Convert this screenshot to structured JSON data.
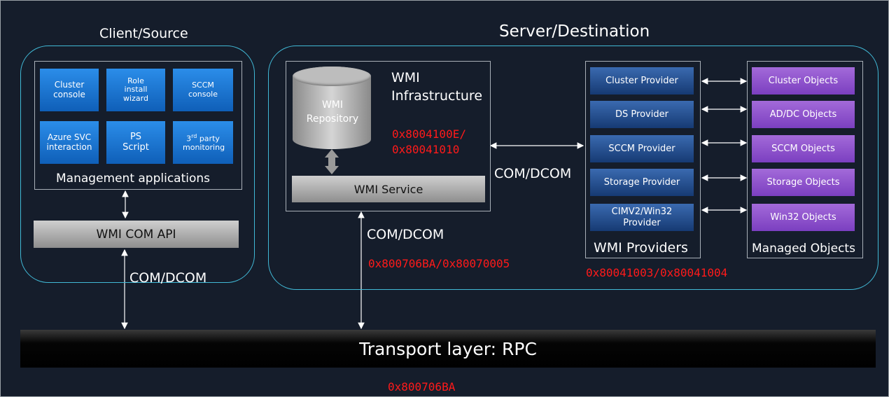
{
  "client": {
    "title": "Client/Source",
    "apps": [
      {
        "label": "Cluster console"
      },
      {
        "label": "Role install wizard"
      },
      {
        "label": "SCCM console"
      },
      {
        "label": "Azure SVC interaction"
      },
      {
        "label": "PS Script"
      },
      {
        "label_sup": "rd",
        "label_pre": "3",
        "label_post": " party monitoring"
      }
    ],
    "apps_caption": "Management applications",
    "com_api": "WMI COM API",
    "com_label": "COM/DCOM"
  },
  "server": {
    "title": "Server/Destination",
    "repository": "WMI Repository",
    "infrastructure": "WMI Infrastructure",
    "infra_error_1": "0x8004100E/",
    "infra_error_2": "0x80041010",
    "service": "WMI Service",
    "com_label_right": "COM/DCOM",
    "com_label_down": "COM/DCOM",
    "service_error": "0x800706BA/0x80070005",
    "providers": [
      "Cluster Provider",
      "DS Provider",
      "SCCM Provider",
      "Storage Provider",
      "CIMV2/Win32 Provider"
    ],
    "providers_caption": "WMI Providers",
    "providers_error": "0x80041003/0x80041004",
    "objects": [
      "Cluster Objects",
      "AD/DC Objects",
      "SCCM Objects",
      "Storage Objects",
      "Win32 Objects"
    ],
    "objects_caption": "Managed Objects"
  },
  "transport": {
    "label": "Transport layer: RPC",
    "error": "0x800706BA"
  },
  "colors": {
    "background": "#151d2b",
    "outline": "#41b9d6",
    "error": "#ff1a1a",
    "app_blue": "#1a78d6",
    "provider_blue": "#24508f",
    "object_purple": "#8c52cc"
  }
}
